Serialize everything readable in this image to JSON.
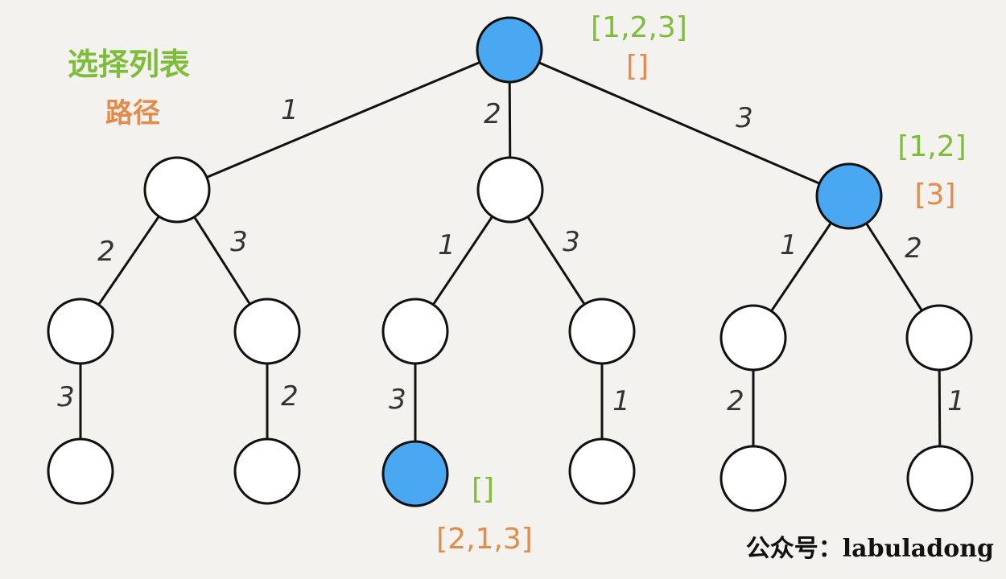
{
  "legend": {
    "choice_list_label": "选择列表",
    "path_label": "路径",
    "choice_color": "#7dbd3a",
    "path_color": "#e58b4a"
  },
  "watermark": "公众号：labuladong",
  "colors": {
    "highlight_fill": "#4aa8f2",
    "node_fill": "#ffffff",
    "stroke": "#111111"
  },
  "tree": {
    "nodes": [
      {
        "id": "root",
        "highlighted": true
      },
      {
        "id": "n1",
        "highlighted": false
      },
      {
        "id": "n2",
        "highlighted": false
      },
      {
        "id": "n3",
        "highlighted": true
      },
      {
        "id": "n12",
        "highlighted": false
      },
      {
        "id": "n13",
        "highlighted": false
      },
      {
        "id": "n21",
        "highlighted": false
      },
      {
        "id": "n23",
        "highlighted": false
      },
      {
        "id": "n31",
        "highlighted": false
      },
      {
        "id": "n32",
        "highlighted": false
      },
      {
        "id": "n123",
        "highlighted": false
      },
      {
        "id": "n132",
        "highlighted": false
      },
      {
        "id": "n213",
        "highlighted": true
      },
      {
        "id": "n231",
        "highlighted": false
      },
      {
        "id": "n312",
        "highlighted": false
      },
      {
        "id": "n321",
        "highlighted": false
      }
    ],
    "edges": [
      {
        "from": "root",
        "to": "n1",
        "label": "1"
      },
      {
        "from": "root",
        "to": "n2",
        "label": "2"
      },
      {
        "from": "root",
        "to": "n3",
        "label": "3"
      },
      {
        "from": "n1",
        "to": "n12",
        "label": "2"
      },
      {
        "from": "n1",
        "to": "n13",
        "label": "3"
      },
      {
        "from": "n2",
        "to": "n21",
        "label": "1"
      },
      {
        "from": "n2",
        "to": "n23",
        "label": "3"
      },
      {
        "from": "n3",
        "to": "n31",
        "label": "1"
      },
      {
        "from": "n3",
        "to": "n32",
        "label": "2"
      },
      {
        "from": "n12",
        "to": "n123",
        "label": "3"
      },
      {
        "from": "n13",
        "to": "n132",
        "label": "2"
      },
      {
        "from": "n21",
        "to": "n213",
        "label": "3"
      },
      {
        "from": "n23",
        "to": "n231",
        "label": "1"
      },
      {
        "from": "n31",
        "to": "n312",
        "label": "2"
      },
      {
        "from": "n32",
        "to": "n321",
        "label": "1"
      }
    ],
    "annotations": [
      {
        "node": "root",
        "choices": "[1,2,3]",
        "path": "[]"
      },
      {
        "node": "n3",
        "choices": "[1,2]",
        "path": "[3]"
      },
      {
        "node": "n213",
        "choices": "[]",
        "path": "[2,1,3]"
      }
    ]
  }
}
